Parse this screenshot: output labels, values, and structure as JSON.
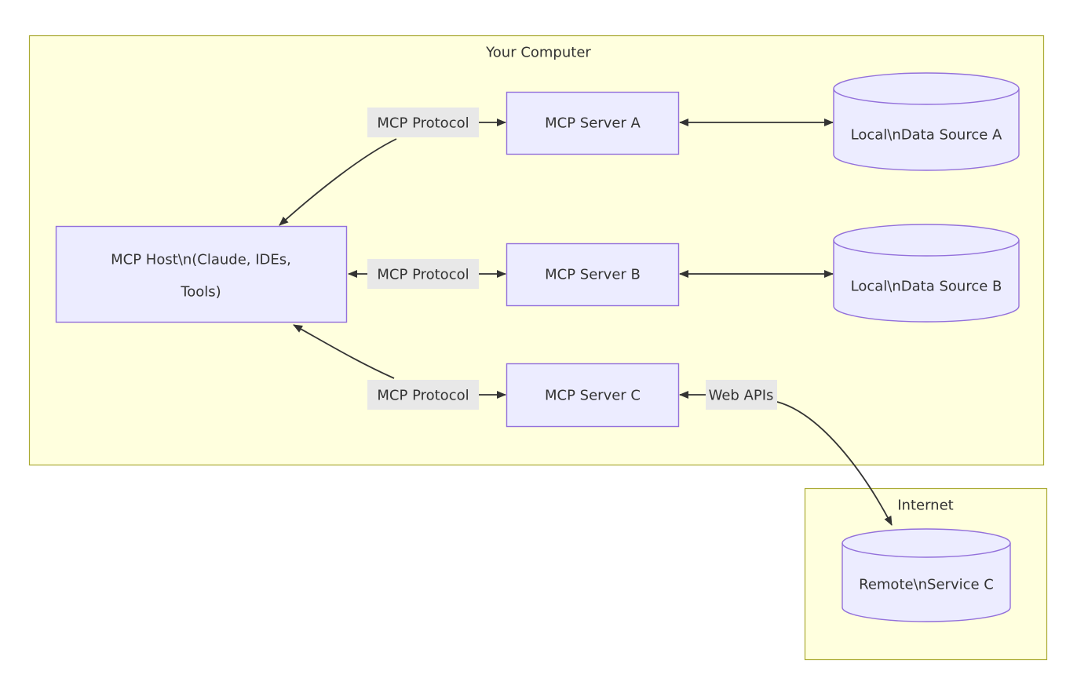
{
  "diagram": {
    "clusters": {
      "your_computer_title": "Your Computer",
      "internet_title": "Internet"
    },
    "nodes": {
      "host": {
        "line1": "MCP Host\\n(Claude, IDEs,",
        "line2": "Tools)"
      },
      "server_a": "MCP Server A",
      "server_b": "MCP Server B",
      "server_c": "MCP Server C",
      "source_a": "Local\\nData Source A",
      "source_b": "Local\\nData Source B",
      "remote_c": "Remote\\nService C"
    },
    "edge_labels": {
      "protocol_a": "MCP Protocol",
      "protocol_b": "MCP Protocol",
      "protocol_c": "MCP Protocol",
      "web_apis": "Web APIs"
    },
    "colors": {
      "node_fill": "#ECECFF",
      "node_border": "#9370DB",
      "cluster_fill": "#ffffde",
      "cluster_border": "#aaaa33",
      "edge_label_bg": "#e8e8e8",
      "line": "#333333",
      "text": "#333333"
    }
  }
}
